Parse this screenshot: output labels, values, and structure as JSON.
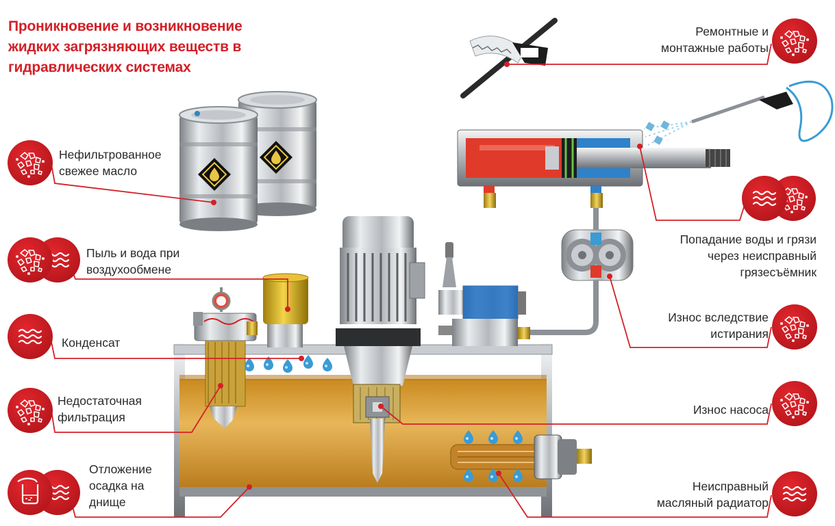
{
  "title": {
    "line1": "Проникновение и возникновение",
    "line2": "жидких загрязняющих веществ в",
    "line3": "гидравлических системах"
  },
  "labels": {
    "fresh_oil": [
      "Нефильтрованное",
      "свежее масло"
    ],
    "dust_water": [
      "Пыль и вода при",
      "воздухообмене"
    ],
    "condensate": [
      "Конденсат"
    ],
    "filtration": [
      "Недостаточная",
      "фильтрация"
    ],
    "sediment": [
      "Отложение",
      "осадка на",
      "днище"
    ],
    "repair": [
      "Ремонтные и",
      "монтажные работы"
    ],
    "wiper": [
      "Попадание воды и грязи",
      "через неисправный",
      "грязесъёмник"
    ],
    "abrasion": [
      "Износ вследствие",
      "истирания"
    ],
    "pump_wear": [
      "Износ насоса"
    ],
    "radiator": [
      "Неисправный",
      "масляный радиатор"
    ]
  },
  "icons": {
    "fresh_oil": [
      "particles-icon"
    ],
    "dust_water": [
      "particles-icon",
      "water-waves-icon"
    ],
    "condensate": [
      "water-waves-icon"
    ],
    "filtration": [
      "particles-icon"
    ],
    "sediment": [
      "sediment-beaker-icon",
      "water-waves-icon"
    ],
    "repair": [
      "particles-icon"
    ],
    "wiper": [
      "water-waves-icon",
      "particles-icon"
    ],
    "abrasion": [
      "particles-icon"
    ],
    "pump_wear": [
      "particles-icon"
    ],
    "radiator": [
      "water-waves-icon"
    ]
  },
  "colors": {
    "accent_red": "#d32027",
    "oil": "#d9a03a",
    "water": "#3a9bd5",
    "steel": "#b8bcc0",
    "cylinder_red": "#e03a2a",
    "valve_blue": "#1f6fc2"
  }
}
